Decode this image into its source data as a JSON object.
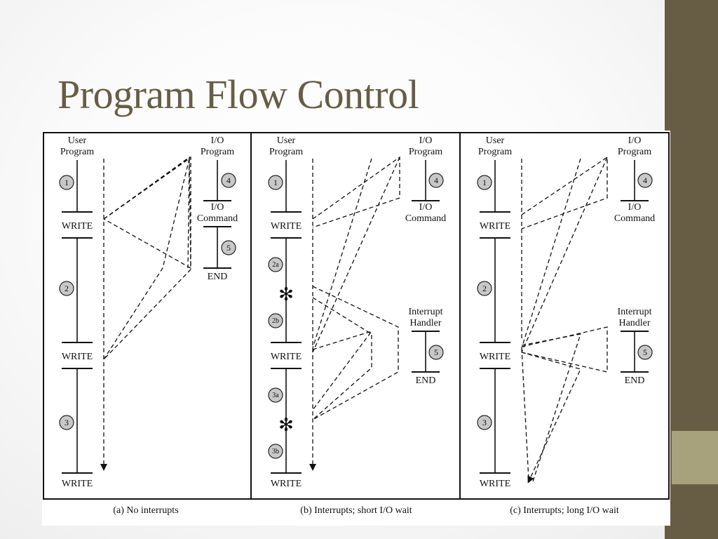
{
  "slide": {
    "title": "Program Flow Control"
  },
  "labels": {
    "user": "User",
    "program": "Program",
    "io": "I/O",
    "command": "Command",
    "write": "WRITE",
    "end": "END",
    "interrupt": "Interrupt",
    "handler": "Handler",
    "star": "✻"
  },
  "steps": {
    "s1": "1",
    "s2": "2",
    "s2a": "2a",
    "s2b": "2b",
    "s3": "3",
    "s3a": "3a",
    "s3b": "3b",
    "s4": "4",
    "s5": "5"
  },
  "captions": {
    "a": "(a) No interrupts",
    "b": "(b) Interrupts; short I/O wait",
    "c": "(c) Interrupts; long I/O wait"
  },
  "colors": {
    "accent": "#675d45",
    "accent_light": "#a8a27c"
  }
}
